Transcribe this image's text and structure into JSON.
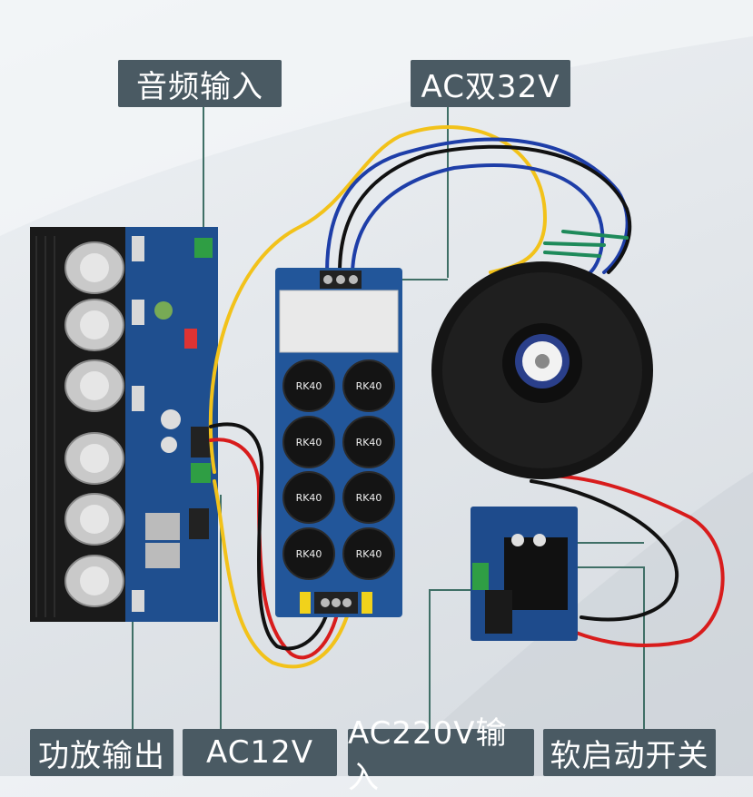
{
  "labels": {
    "audio_input": "音频输入",
    "ac_dual_32v": "AC双32V",
    "amp_output": "功放输出",
    "ac12v": "AC12V",
    "ac220v_input": "AC220V输入",
    "soft_start_switch": "软启动开关"
  },
  "capacitor_marking": "RK40",
  "colors": {
    "label_bg": "#4a5a63",
    "pcb_blue": "#1f4f8f",
    "heatsink": "#1a1a1a",
    "wire_yellow": "#f2c21a",
    "wire_blue": "#1e3ea8",
    "wire_black": "#111111",
    "wire_red": "#d81c1c",
    "wire_green": "#1e8a5a"
  }
}
